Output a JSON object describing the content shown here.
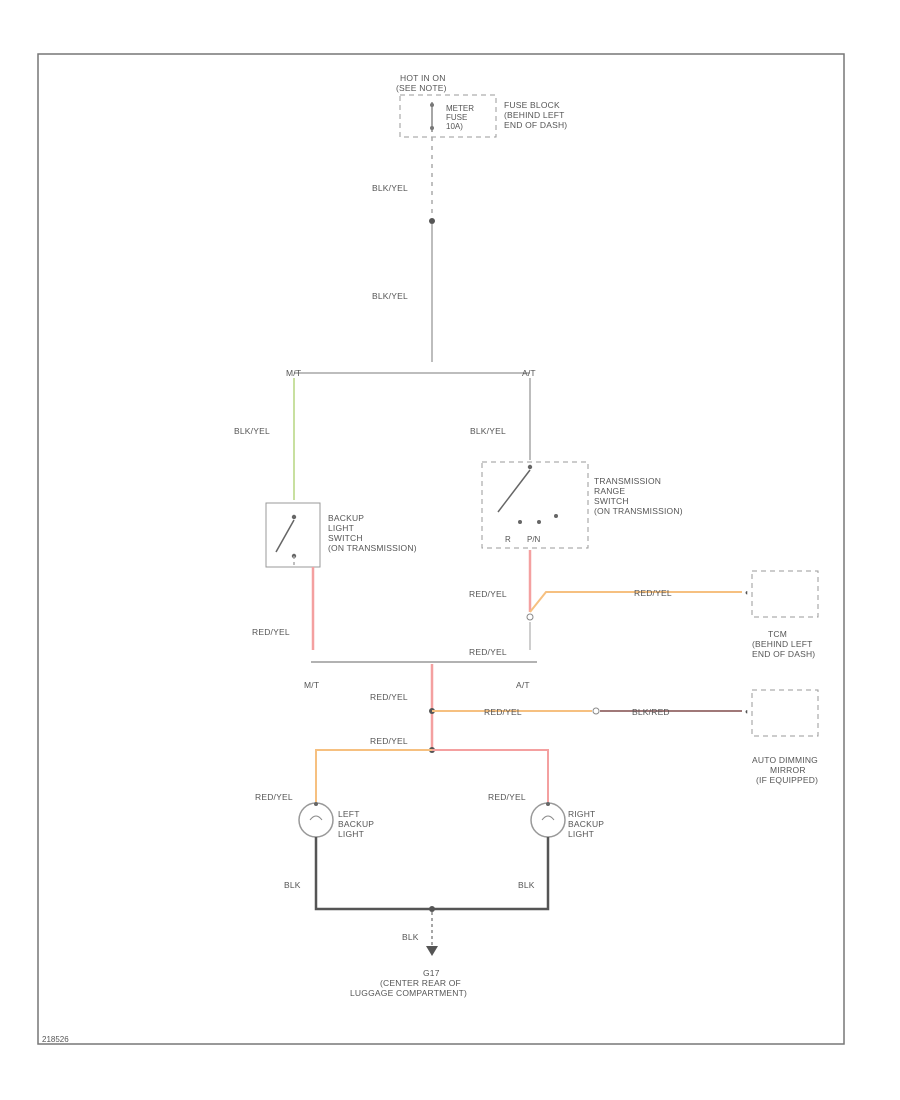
{
  "power": {
    "line1": "HOT IN ON",
    "line2": "(SEE NOTE)"
  },
  "fuse": {
    "name1": "METER",
    "name2": "FUSE",
    "name3": "10A)",
    "loc1": "FUSE BLOCK",
    "loc2": "(BEHIND LEFT",
    "loc3": "END OF DASH)"
  },
  "wires": {
    "w_top1": "BLK/YEL",
    "w_top2": "BLK/YEL",
    "w_mt": "BLK/YEL",
    "w_at": "BLK/YEL",
    "w_red_mt": "RED/YEL",
    "w_red_at": "RED/YEL",
    "w_red_at2": "RED/YEL",
    "w_tcm": "RED/YEL",
    "w_center1": "RED/YEL",
    "w_mirror_a": "RED/YEL",
    "w_mirror_b": "BLK/RED",
    "w_center2": "RED/YEL",
    "w_left_lamp": "RED/YEL",
    "w_right_lamp": "RED/YEL",
    "w_gnd_left": "BLK",
    "w_gnd_right": "BLK",
    "w_gnd": "BLK"
  },
  "branches": {
    "mt_top": "M/T",
    "at_top": "A/T",
    "mt_bot": "M/T",
    "at_bot": "A/T"
  },
  "switches": {
    "backup": {
      "l1": "BACKUP",
      "l2": "LIGHT",
      "l3": "SWITCH",
      "l4": "(ON TRANSMISSION)"
    },
    "trans": {
      "l1": "TRANSMISSION",
      "l2": "RANGE",
      "l3": "SWITCH",
      "l4": "(ON TRANSMISSION)",
      "pos_r": "R",
      "pos_pn": "P/N"
    }
  },
  "tcm": {
    "l1": "TCM",
    "l2": "(BEHIND LEFT",
    "l3": "END OF DASH)"
  },
  "mirror": {
    "l1": "AUTO DIMMING",
    "l2": "MIRROR",
    "l3": "(IF EQUIPPED)"
  },
  "lamps": {
    "left": {
      "l1": "LEFT",
      "l2": "BACKUP",
      "l3": "LIGHT"
    },
    "right": {
      "l1": "RIGHT",
      "l2": "BACKUP",
      "l3": "LIGHT"
    }
  },
  "ground": {
    "id": "G17",
    "l1": "(CENTER REAR OF",
    "l2": "LUGGAGE COMPARTMENT)"
  },
  "footer": {
    "code": "218526"
  },
  "colors": {
    "gray_wire": "#bdbdbd",
    "green_wire": "#c8e0a0",
    "red_wire": "#f4a0a0",
    "orange_wire": "#f6c080",
    "brown_wire": "#a07878",
    "black_wire": "#555555"
  }
}
